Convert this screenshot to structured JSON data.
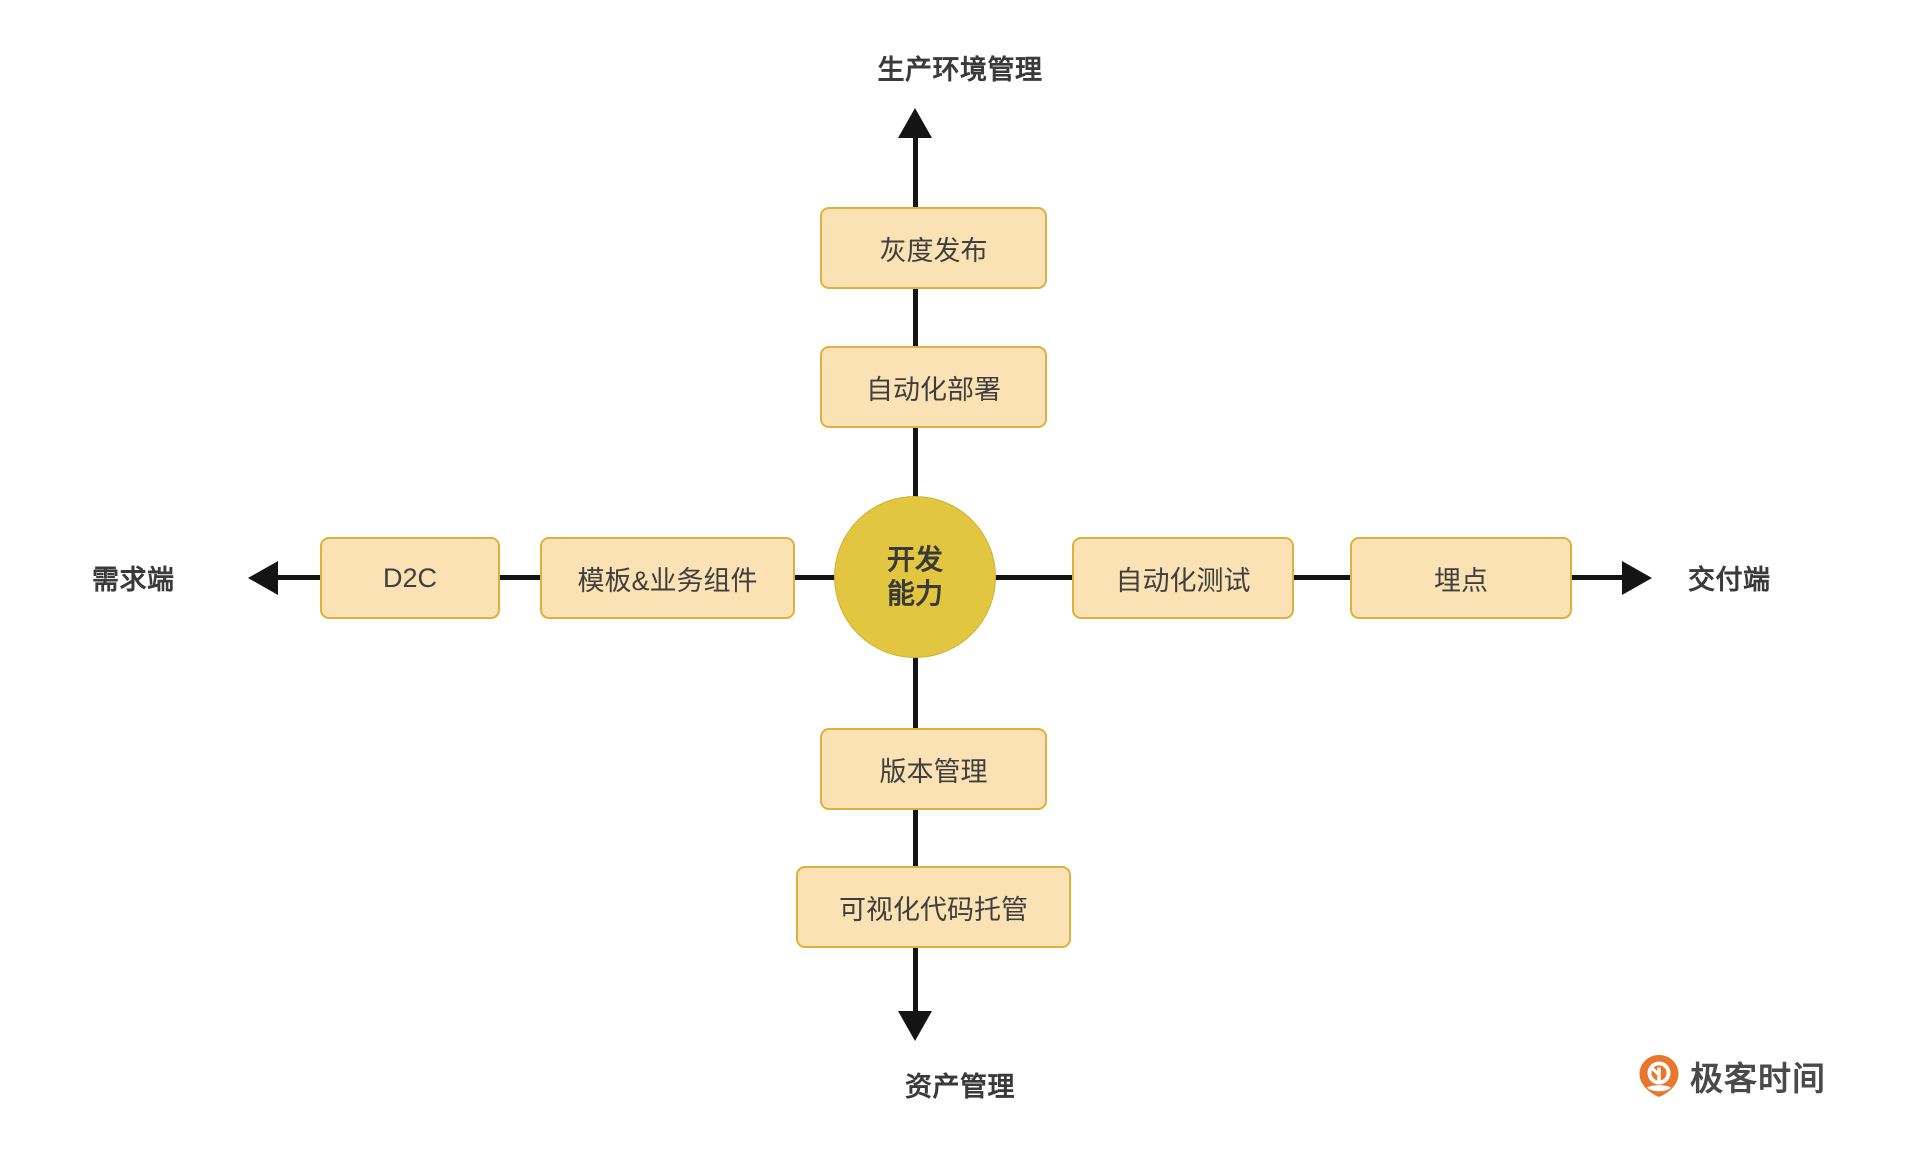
{
  "diagram": {
    "type": "axis-quadrant-flow",
    "center": {
      "line1": "开发",
      "line2": "能力"
    },
    "axis_labels": {
      "top": "生产环境管理",
      "bottom": "资产管理",
      "left": "需求端",
      "right": "交付端"
    },
    "branches": {
      "top": [
        {
          "label": "灰度发布"
        },
        {
          "label": "自动化部署"
        }
      ],
      "bottom": [
        {
          "label": "版本管理"
        },
        {
          "label": "可视化代码托管"
        }
      ],
      "left": [
        {
          "label": "模板&业务组件"
        },
        {
          "label": "D2C"
        }
      ],
      "right": [
        {
          "label": "自动化测试"
        },
        {
          "label": "埋点"
        }
      ]
    }
  },
  "brand": {
    "name": "极客时间",
    "icon": "geektime-pin-icon"
  },
  "colors": {
    "center_fill": "#E2C63F",
    "center_stroke": "#CFB238",
    "node_fill": "#FAE2B4",
    "node_stroke": "#DCB13E",
    "line": "#141414",
    "text": "#3f3f3f",
    "label_text": "#3a3a3a",
    "brand_orange": "#E8762C",
    "background": "#FFFFFF"
  }
}
